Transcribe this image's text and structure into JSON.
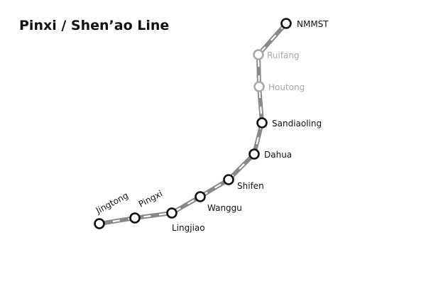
{
  "title": "Pinxi / Shen’ao Line",
  "colors": {
    "active": "#111111",
    "inactive": "#a8a8a8",
    "track": "#888888"
  },
  "stations": [
    {
      "key": "nmmst",
      "name": "NMMST",
      "status": "active"
    },
    {
      "key": "ruifang",
      "name": "Ruifang",
      "status": "inactive"
    },
    {
      "key": "houtong",
      "name": "Houtong",
      "status": "inactive"
    },
    {
      "key": "sandiaoling",
      "name": "Sandiaoling",
      "status": "active"
    },
    {
      "key": "dahua",
      "name": "Dahua",
      "status": "active"
    },
    {
      "key": "shifen",
      "name": "Shifen",
      "status": "active"
    },
    {
      "key": "wanggu",
      "name": "Wanggu",
      "status": "active"
    },
    {
      "key": "lingjiao",
      "name": "Lingjiao",
      "status": "active"
    },
    {
      "key": "pingxi",
      "name": "Pingxi",
      "status": "active"
    },
    {
      "key": "jingtong",
      "name": "Jingtong",
      "status": "active"
    }
  ]
}
